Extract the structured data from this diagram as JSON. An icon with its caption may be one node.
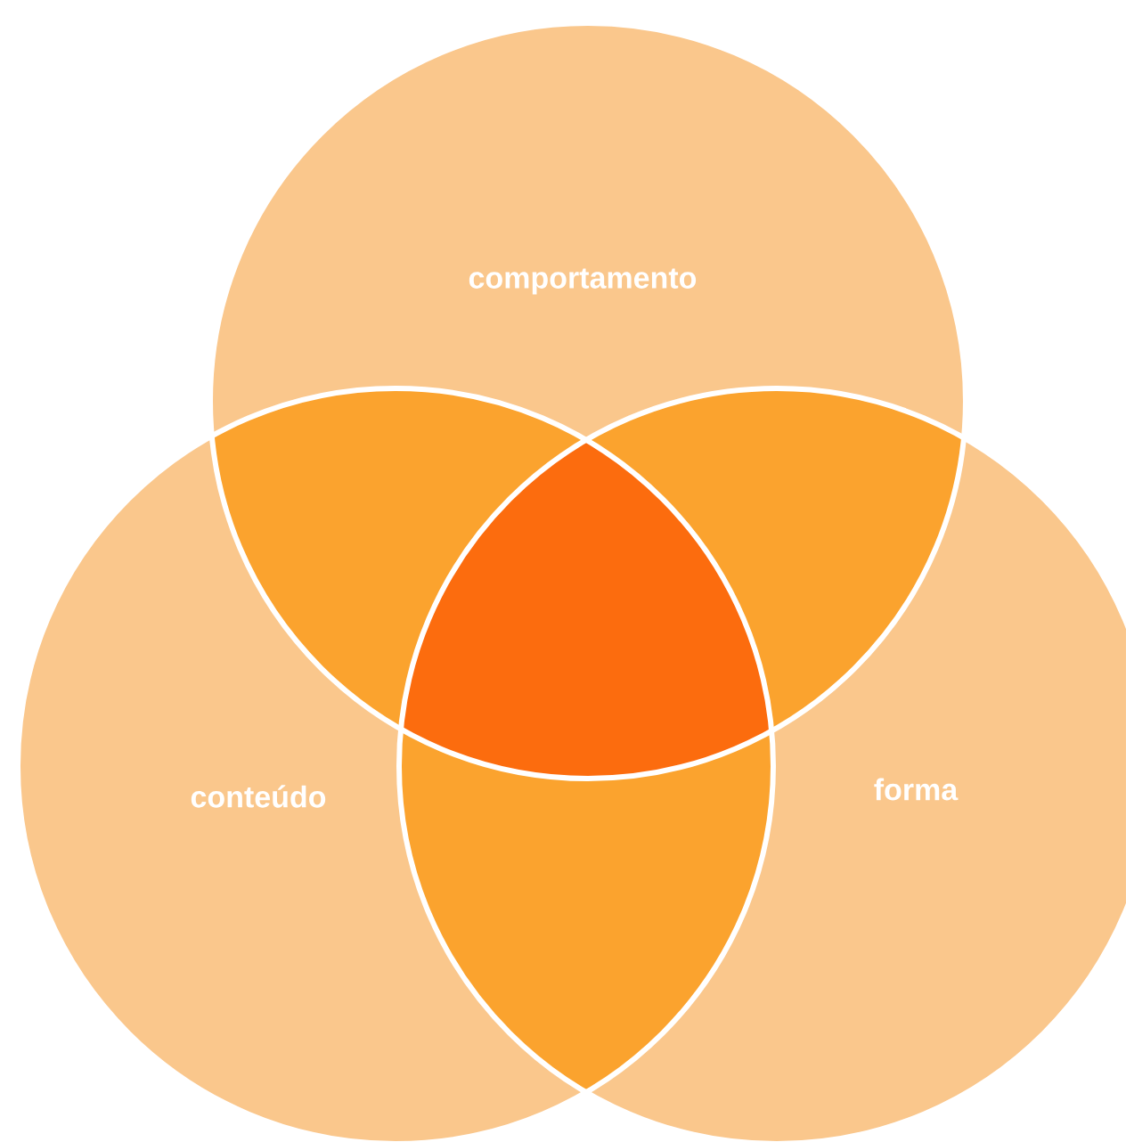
{
  "diagram": {
    "nodes": [
      {
        "text": [
          "comportamento"
        ]
      },
      {
        "text": [
          "conteúdo"
        ]
      },
      {
        "text": [
          "forma"
        ]
      }
    ]
  }
}
